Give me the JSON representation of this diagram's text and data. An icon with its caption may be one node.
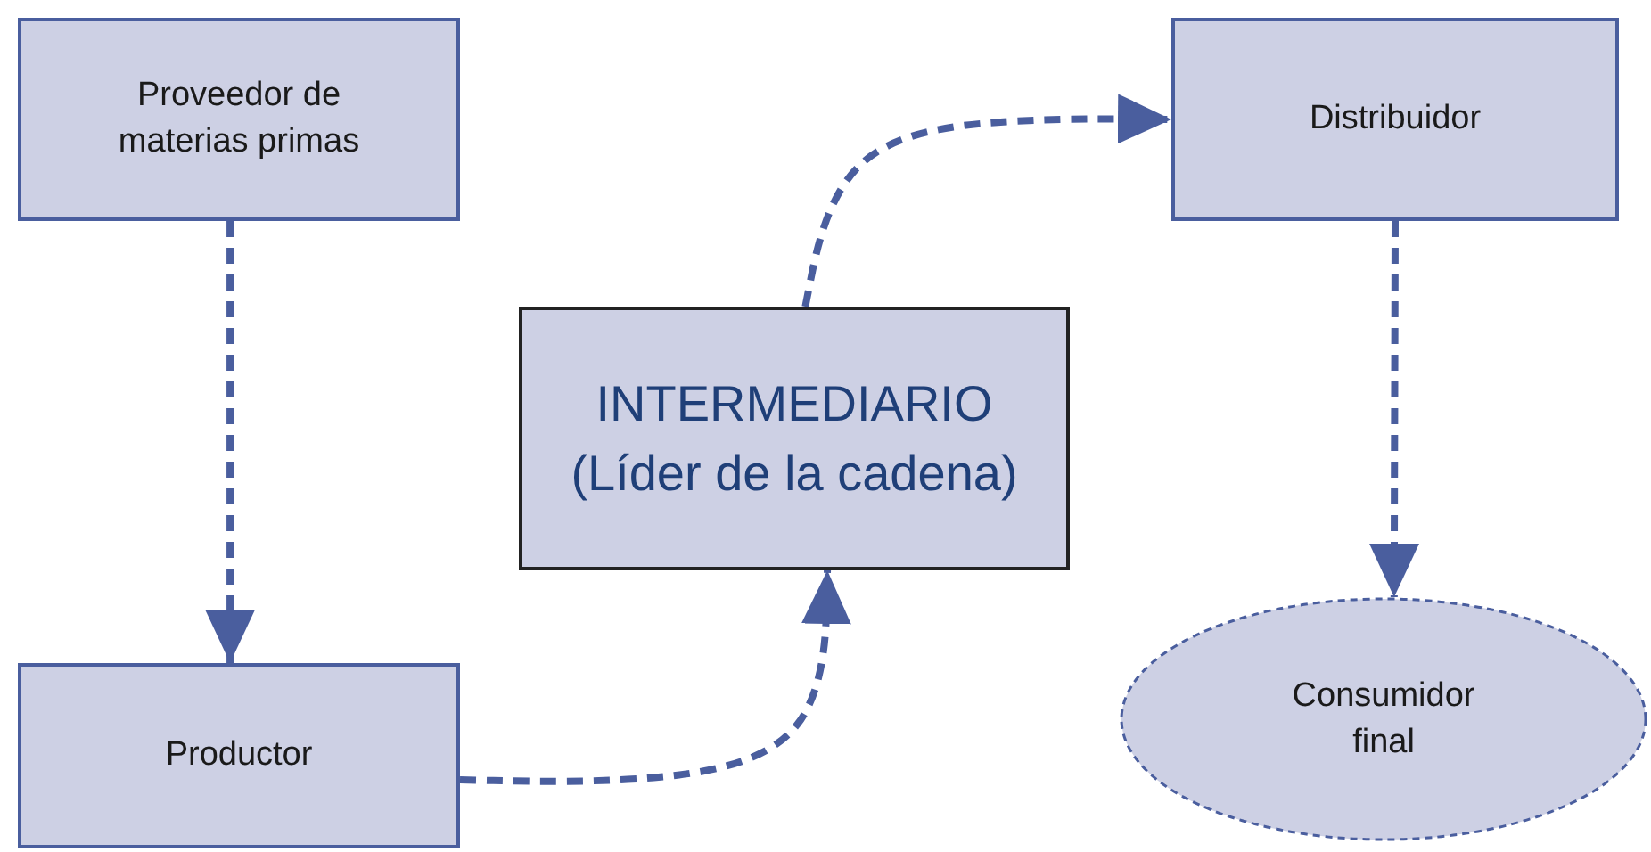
{
  "diagram": {
    "nodes": [
      {
        "text": [
          "Proveedor de materias primas"
        ]
      },
      {
        "text": [
          "Productor"
        ]
      },
      {
        "text": [
          "INTERMEDIARIO",
          "(Líder de la cadena)"
        ]
      },
      {
        "text": [
          "Distribuidor"
        ]
      },
      {
        "text": [
          "Consumidor final"
        ]
      }
    ],
    "edges": [
      {
        "from": 0,
        "to": 1,
        "arrow": "to",
        "style": "dashed"
      },
      {
        "from": 1,
        "to": 2,
        "arrow": "to",
        "style": "dashed"
      },
      {
        "from": 2,
        "to": 3,
        "arrow": "to",
        "style": "dashed"
      },
      {
        "from": 3,
        "to": 4,
        "arrow": "to",
        "style": "dashed"
      }
    ]
  }
}
